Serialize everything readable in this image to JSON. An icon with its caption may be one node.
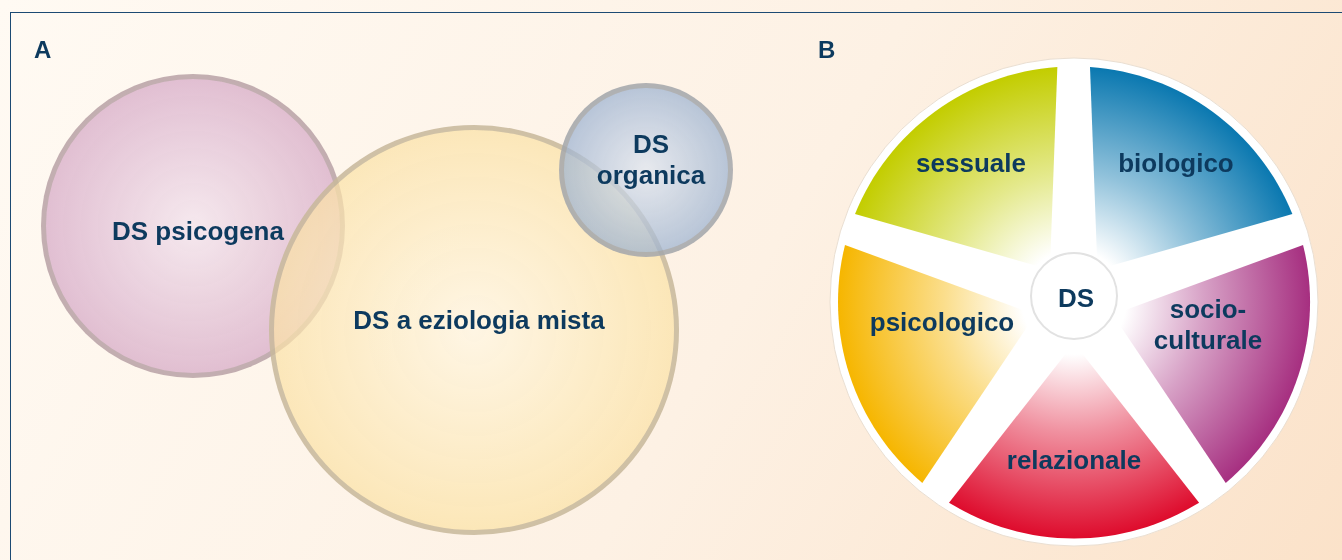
{
  "diagram": {
    "nodes": [
      {
        "text": [
          "DS psicogena"
        ]
      },
      {
        "text": [
          "DS a eziologia mista"
        ]
      },
      {
        "text": [
          "DS organica"
        ]
      },
      {
        "text": [
          "DS"
        ]
      },
      {
        "text": [
          "sessuale"
        ]
      },
      {
        "text": [
          "biologico"
        ]
      },
      {
        "text": [
          "socio-culturale"
        ]
      },
      {
        "text": [
          "psicologico"
        ]
      },
      {
        "text": [
          "relazionale"
        ]
      }
    ],
    "labels": [
      "A",
      "B"
    ]
  }
}
